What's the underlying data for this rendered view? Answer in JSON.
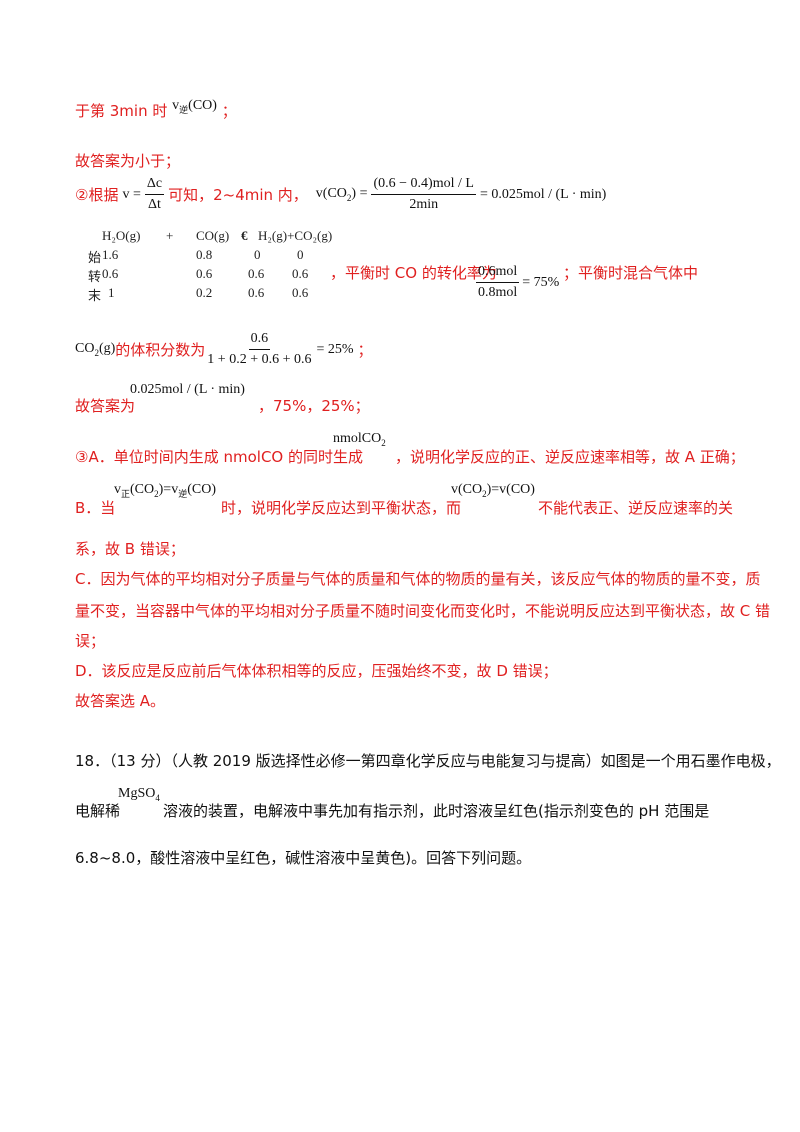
{
  "line1": {
    "prefix": "于第 3min 时",
    "math": "v",
    "sub": "逆",
    "math2": "(CO)",
    "suffix": "；"
  },
  "ans1": "故答案为小于；",
  "line2": {
    "prefix": "②根据",
    "v_eq": "v =",
    "frac1_num": "Δc",
    "frac1_den": "Δt",
    "mid": "可知，2~4min 内，",
    "v_co2": "v(CO",
    "v_co2_sub": "2",
    "v_co2_end": ") =",
    "frac2_num": "(0.6 − 0.4)mol / L",
    "frac2_den": "2min",
    "result": "= 0.025mol / (L · min)"
  },
  "table": {
    "header": [
      "H₂O(g)",
      "+",
      "CO(g)",
      "€",
      "H₂(g)+CO₂(g)"
    ],
    "rows": [
      {
        "label": "始",
        "values": [
          "1.6",
          "0.8",
          "0",
          "0"
        ]
      },
      {
        "label": "转",
        "values": [
          "0.6",
          "0.6",
          "0.6",
          "0.6"
        ]
      },
      {
        "label": "末",
        "values": [
          "1",
          "0.2",
          "0.6",
          "0.6"
        ]
      }
    ]
  },
  "conv": {
    "text": "，平衡时 CO 的转化率为",
    "num": "0.6mol",
    "den": "0.8mol",
    "eq": "= 75%",
    "tail": "；平衡时混合气体中"
  },
  "frac_line": {
    "co2": "CO",
    "co2_sub": "2",
    "co2_end": "(g)",
    "text": "的体积分数为",
    "num": "0.6",
    "den": "1 + 0.2 + 0.6 + 0.6",
    "eq": "= 25%",
    "tail": "；"
  },
  "ans2": {
    "prefix": "故答案为",
    "math": "0.025mol / (L · min)",
    "suffix": "，75%，25%；"
  },
  "opt_a": {
    "prefix": "③A．单位时间内生成 nmolCO 的同时生成",
    "math": "nmolCO",
    "math_sub": "2",
    "suffix": "，说明化学反应的正、逆反应速率相等，故 A 正确；"
  },
  "opt_b": {
    "prefix": "B．当",
    "math": "v",
    "sub1": "正",
    "math_b": "(CO",
    "sub2": "2",
    "math_c": ")=v",
    "sub3": "逆",
    "math_d": "(CO)",
    "mid": "时，说明化学反应达到平衡状态，而",
    "math2": "v(CO",
    "math2_sub": "2",
    "math2_end": ")=v(CO)",
    "tail": "不能代表正、逆反应速率的关",
    "tail2": "系，故 B 错误；"
  },
  "opt_c": [
    "C．因为气体的平均相对分子质量与气体的质量和气体的物质的量有关，该反应气体的物质的量不变，质",
    "量不变，当容器中气体的平均相对分子质量不随时间变化而变化时，不能说明反应达到平衡状态，故 C 错",
    "误；"
  ],
  "opt_d": "D．该反应是反应前后气体体积相等的反应，压强始终不变，故 D 错误；",
  "ans3": "故答案选 A。",
  "q18": {
    "line1": "18．（13 分）（人教 2019 版选择性必修一第四章化学反应与电能复习与提高）如图是一个用石墨作电极，",
    "l2_prefix": "电解稀",
    "l2_math": "MgSO",
    "l2_sub": "4",
    "l2_suffix": "溶液的装置，电解液中事先加有指示剂，此时溶液呈红色(指示剂变色的 pH 范围是",
    "line3": "6.8~8.0，酸性溶液中呈红色，碱性溶液中呈黄色)。回答下列问题。"
  }
}
